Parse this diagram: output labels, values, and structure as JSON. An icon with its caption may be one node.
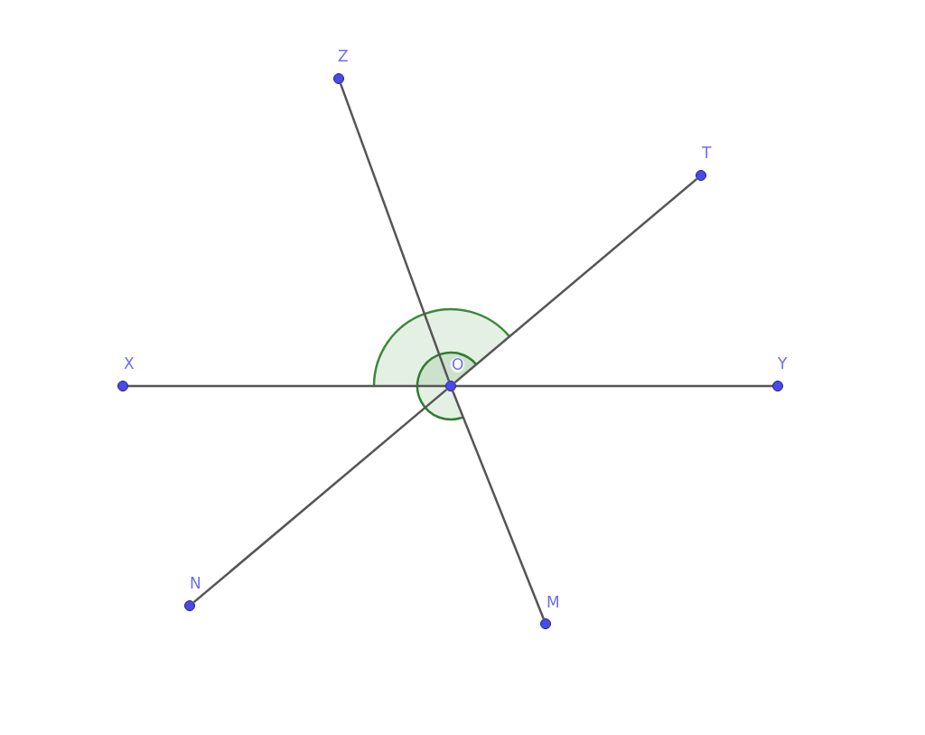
{
  "diagram": {
    "nodes": [
      {
        "text": [
          "Z"
        ]
      },
      {
        "text": [
          "T"
        ]
      },
      {
        "text": [
          "X"
        ]
      },
      {
        "text": [
          "O"
        ]
      },
      {
        "text": [
          "Y"
        ]
      },
      {
        "text": [
          "N"
        ]
      },
      {
        "text": [
          "M"
        ]
      }
    ],
    "edges": [
      {
        "from": 3,
        "to": 0,
        "arrow": "none"
      },
      {
        "from": 3,
        "to": 1,
        "arrow": "none"
      },
      {
        "from": 3,
        "to": 2,
        "arrow": "none"
      },
      {
        "from": 3,
        "to": 4,
        "arrow": "none"
      },
      {
        "from": 3,
        "to": 5,
        "arrow": "none"
      },
      {
        "from": 3,
        "to": 6,
        "arrow": "none"
      }
    ]
  }
}
